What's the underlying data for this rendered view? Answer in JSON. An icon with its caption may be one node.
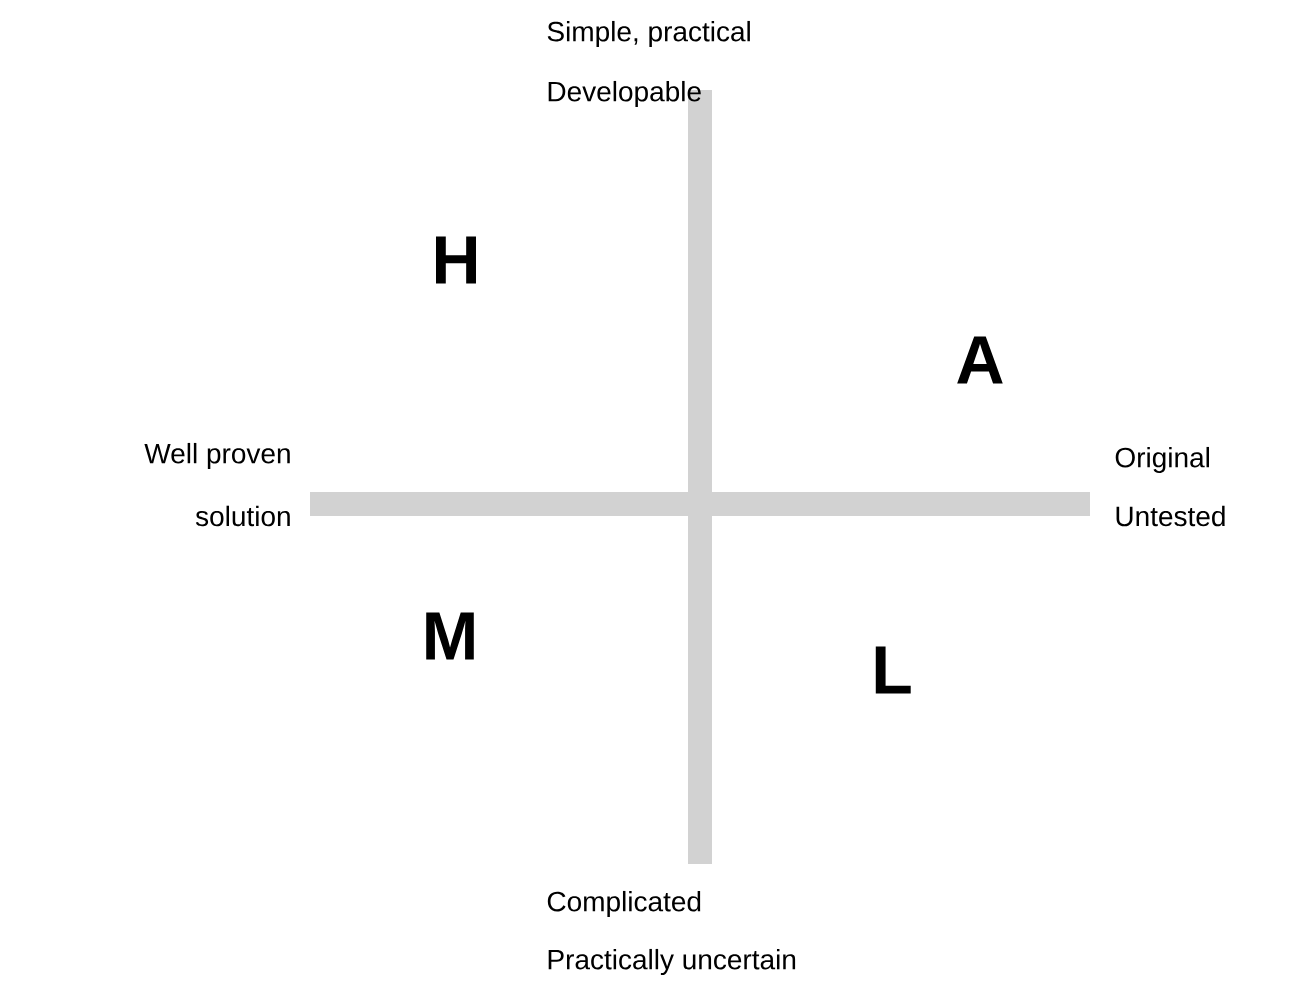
{
  "diagram": {
    "labels": [
      "Simple, practical",
      "Developable",
      "H",
      "A",
      "Well proven",
      "solution",
      "Original",
      "Untested",
      "M",
      "L",
      "Complicated",
      "Practically uncertain"
    ]
  }
}
